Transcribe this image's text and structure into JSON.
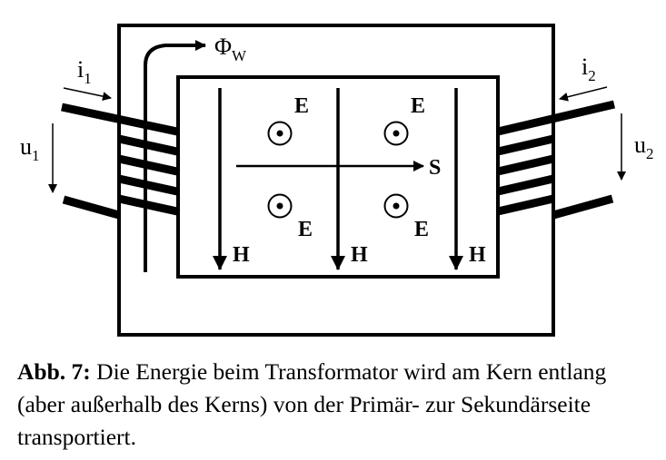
{
  "diagram": {
    "flux_symbol": "Φ",
    "flux_subscript": "W",
    "current_primary": "i",
    "current_primary_sub": "1",
    "current_secondary": "i",
    "current_secondary_sub": "2",
    "voltage_primary": "u",
    "voltage_primary_sub": "1",
    "voltage_secondary": "u",
    "voltage_secondary_sub": "2",
    "e_field_label": "E",
    "h_field_label": "H",
    "poynting_label": "S"
  },
  "caption": {
    "label": "Abb. 7:",
    "text": "Die Energie beim Transformator wird am Kern entlang (aber außerhalb des Kerns) von der Primär- zur Sekundärseite transportiert."
  }
}
